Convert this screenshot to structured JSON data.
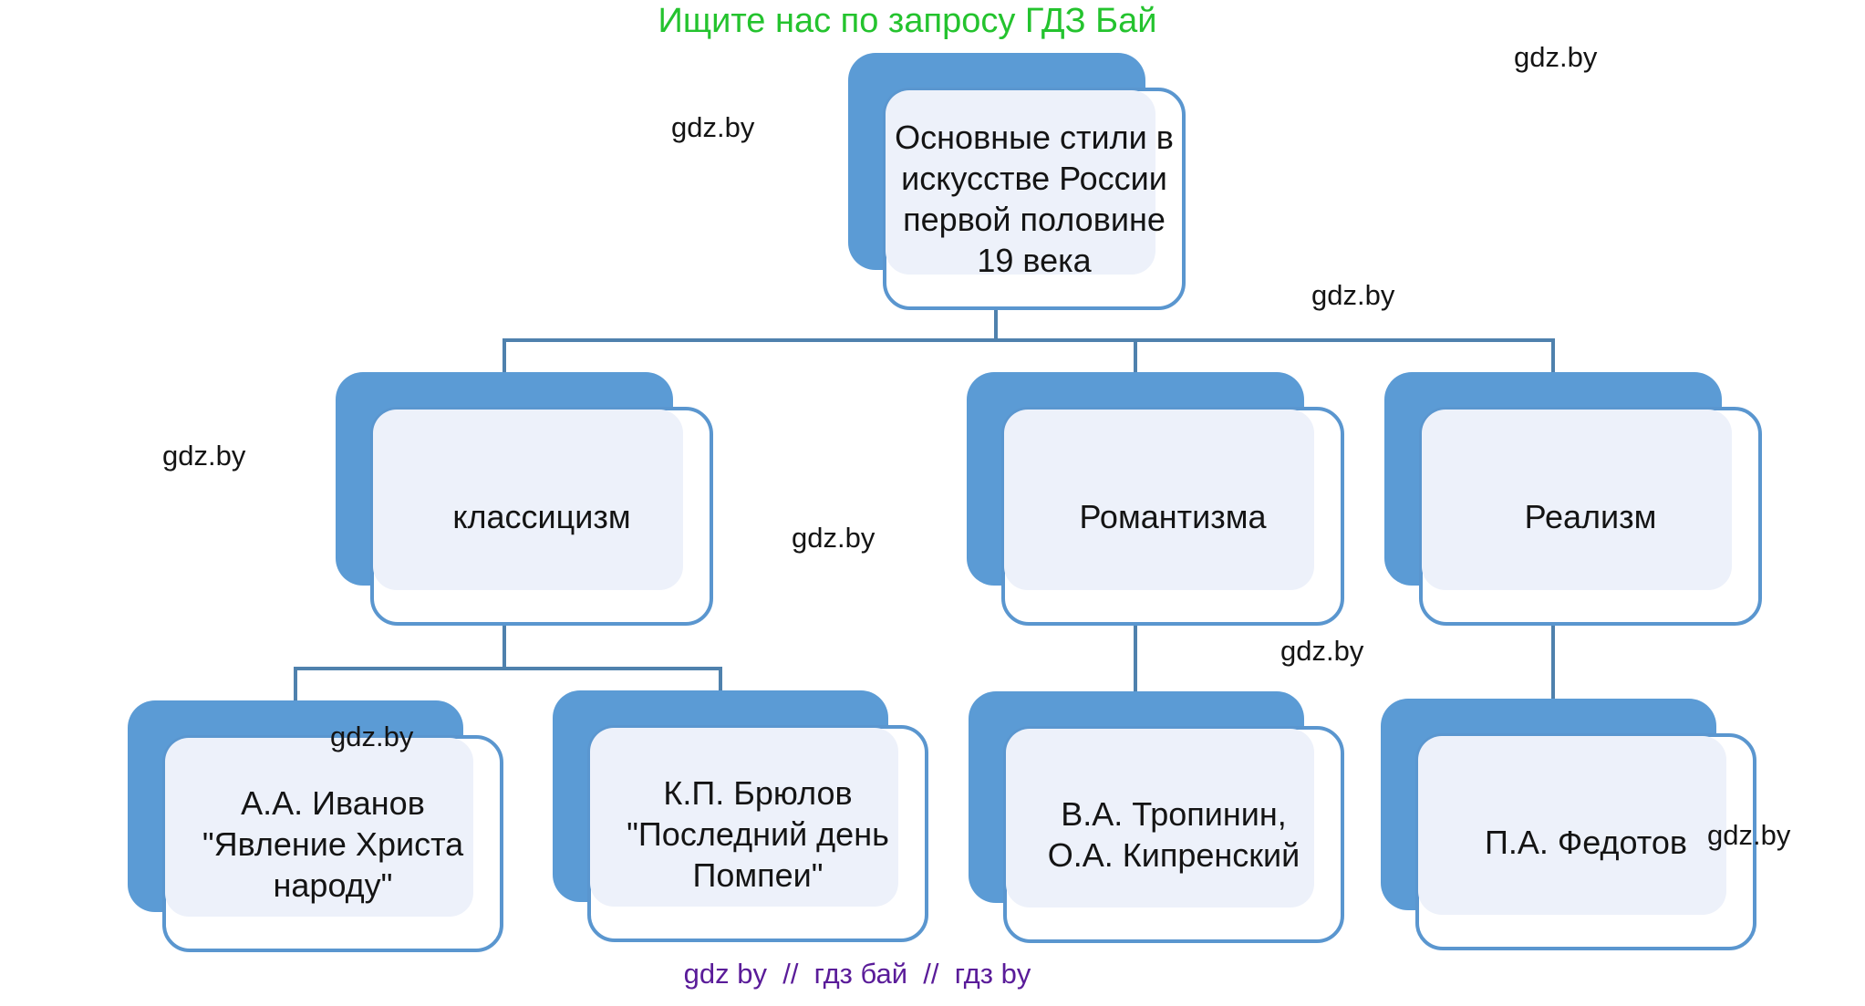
{
  "title": {
    "text": "Ищите нас по запросу ГДЗ Бай"
  },
  "watermark": {
    "text": "gdz.by"
  },
  "footer": {
    "text": "gdz by  //  гдз бай  //  гдз by"
  },
  "colors": {
    "box-blue": "#5b9bd5",
    "box-border": "#5a96cf",
    "connector": "#4f81ad",
    "inner-fill": "#edf1fa",
    "title-green": "#24c32e",
    "footer-purple": "#5a1c99",
    "text-dark": "#141414"
  },
  "diagram": {
    "root": {
      "label": "Основные стили в\nискусстве России\nпервой половине\n19 века"
    },
    "styles": [
      {
        "id": "classicism",
        "label": "классицизм"
      },
      {
        "id": "romanticism",
        "label": "Романтизма"
      },
      {
        "id": "realism",
        "label": "Реализм"
      }
    ],
    "artists": [
      {
        "id": "ivanov",
        "parent": "классицизм",
        "label": "А.А. Иванов\n\"Явление Христа\nнароду\""
      },
      {
        "id": "bryullov",
        "parent": "классицизм",
        "label": "К.П. Брюлов\n\"Последний день\nПомпеи\""
      },
      {
        "id": "tropinin",
        "parent": "Романтизма",
        "label": "В.А. Тропинин,\nО.А. Кипренский"
      },
      {
        "id": "fedotov",
        "parent": "Реализм",
        "label": "П.А. Федотов"
      }
    ]
  }
}
